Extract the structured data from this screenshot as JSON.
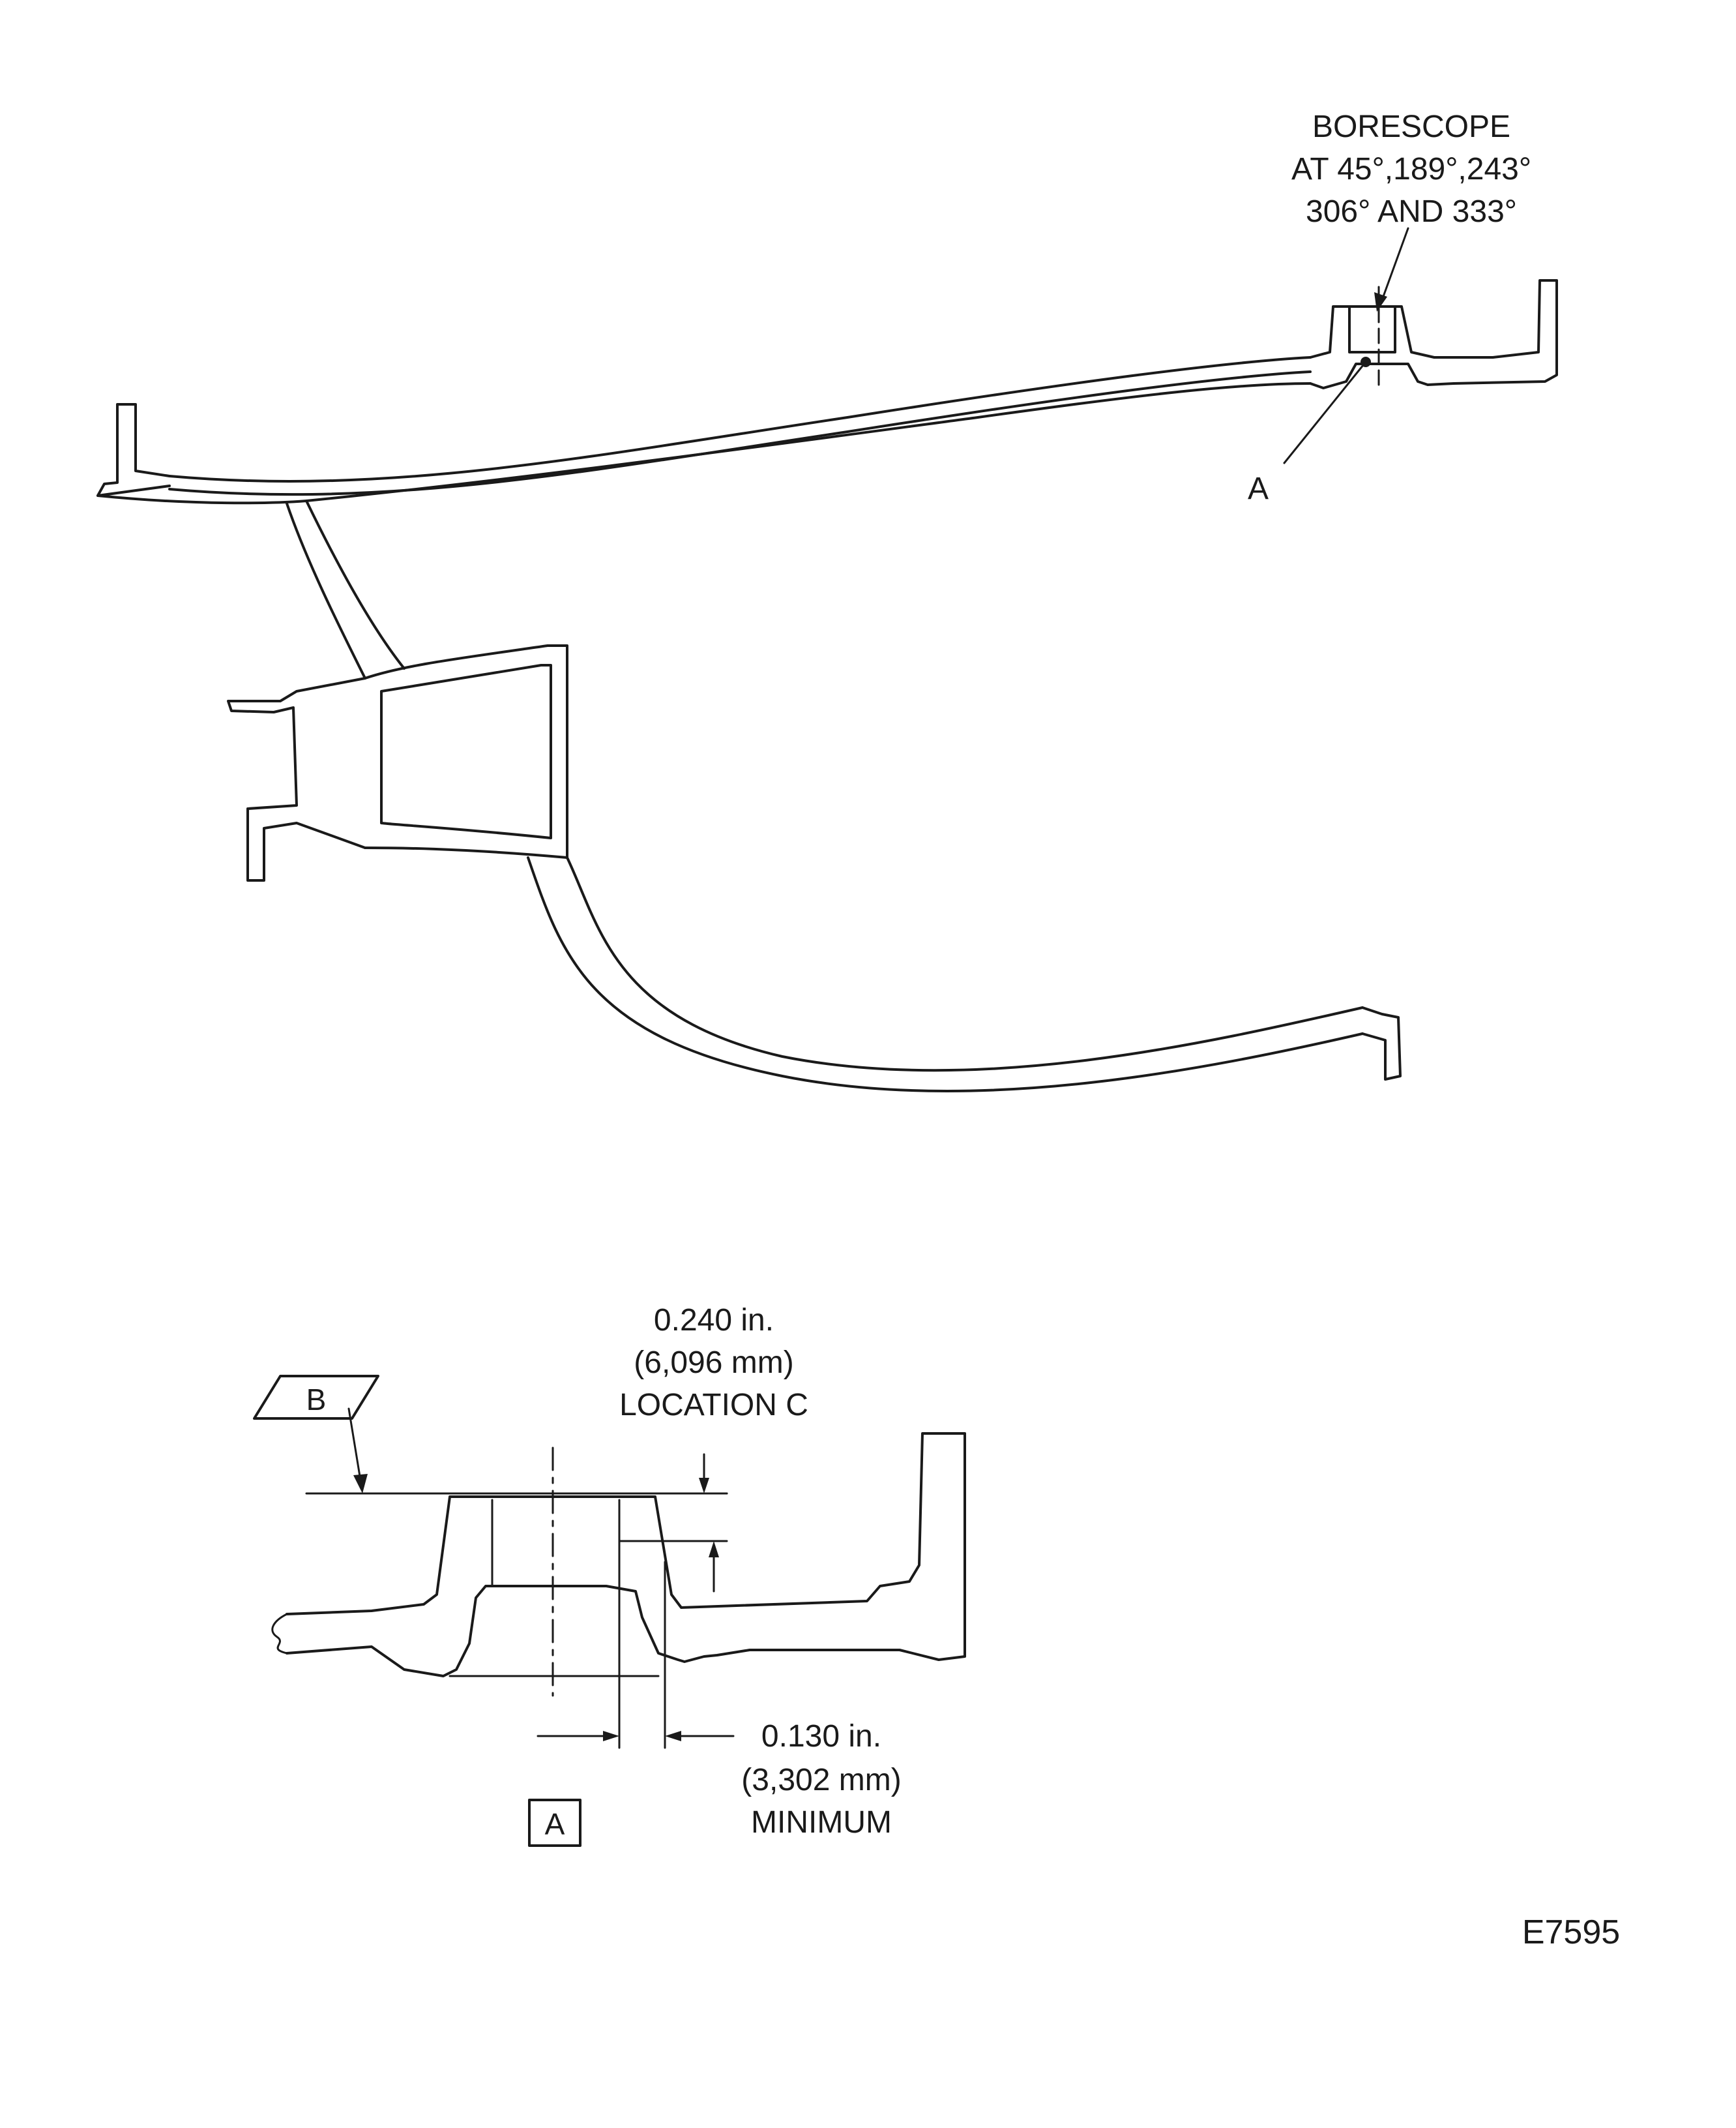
{
  "callouts": {
    "borescope": {
      "line1": "BORESCOPE",
      "line2": "AT 45°,189°,243°",
      "line3": "306° AND 333°"
    },
    "detail_ref": "A"
  },
  "detail": {
    "datum_letter": "B",
    "dim_top": {
      "line1": "0.240 in.",
      "line2": "(6,096 mm)",
      "line3": "LOCATION C"
    },
    "dim_bottom": {
      "line1": "0.130 in.",
      "line2": "(3,302 mm)",
      "line3": "MINIMUM"
    },
    "view_label": "A"
  },
  "figure_id": "E7595",
  "colors": {
    "ink": "#1a1a1a",
    "paper": "#ffffff"
  }
}
